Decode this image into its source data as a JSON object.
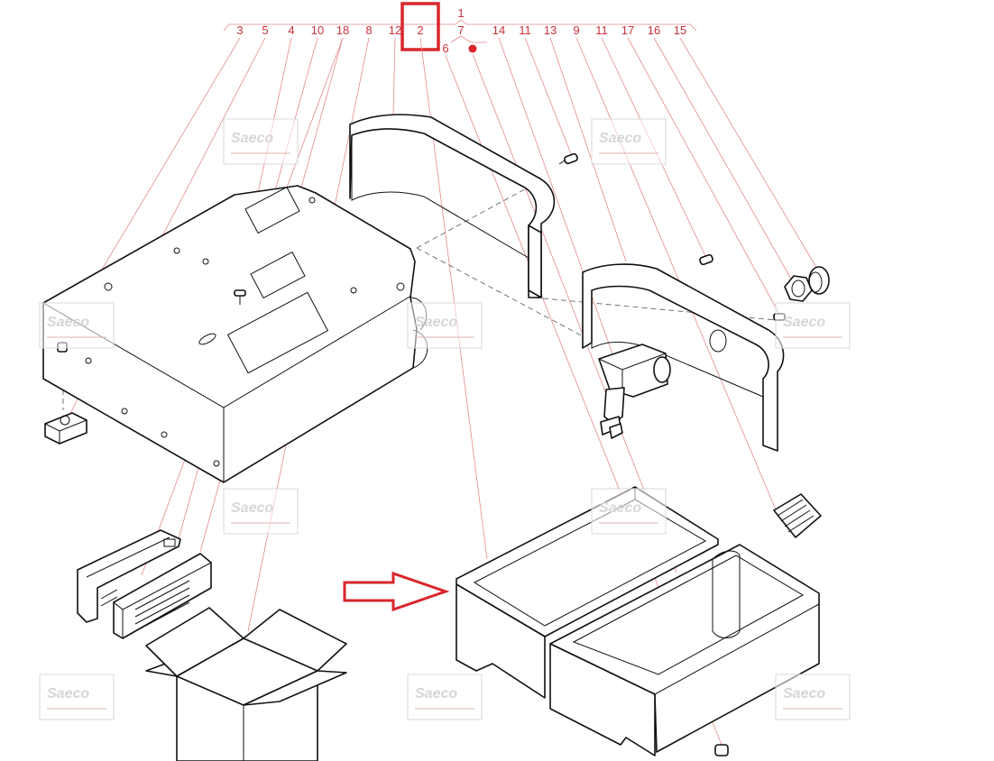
{
  "callouts_top": [
    "3",
    "5",
    "4",
    "10",
    "18",
    "8",
    "12",
    "2",
    "7",
    "14",
    "11",
    "13",
    "9",
    "11",
    "17",
    "16",
    "15"
  ],
  "callout_1": "1",
  "callout_6": "6",
  "highlighted_callout": "2",
  "watermark_text": "Saeco",
  "colors": {
    "callout_red": "#c8323a",
    "highlight_red": "#d9262c",
    "leader_line": "#e48a8a",
    "outline": "#111111",
    "watermark_grey": "#d6d6d6"
  }
}
